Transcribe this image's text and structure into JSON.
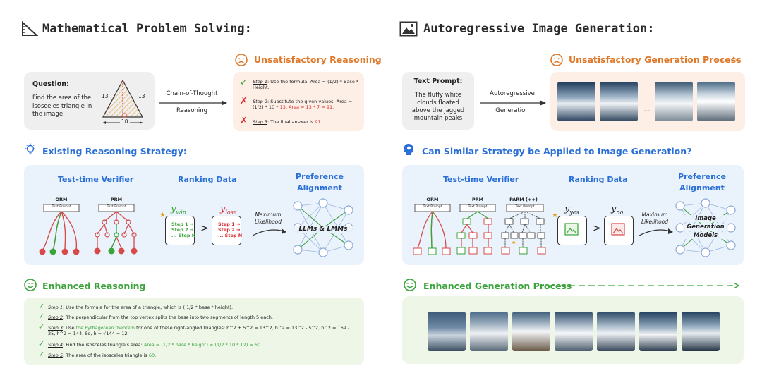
{
  "left": {
    "header": "Mathematical Problem Solving:",
    "unsat_title": "Unsatisfactory Reasoning",
    "question_label": "Question:",
    "question_text": "Find the area of the isosceles triangle in the image.",
    "tri_side_left": "13",
    "tri_side_right": "13",
    "tri_base": "10",
    "arrow_top": "Chain-of-Thought",
    "arrow_bottom": "Reasoning",
    "bad_steps": [
      {
        "mark": "✓",
        "step": "Step 1",
        "text": ": Use the formula: Area = (1/2) * Base * Height."
      },
      {
        "mark": "✗",
        "step": "Step 2",
        "text": ": Substitute the given values: Area = (1/2) * 10 * ",
        "err": "13, Area = 13 * 7 = 91."
      },
      {
        "mark": "✗",
        "step": "Step 3",
        "text": ": The final answer is ",
        "err": "91."
      }
    ],
    "existing_title": "Existing Reasoning Strategy:",
    "verifier_title": "Test-time Verifier",
    "ranking_title": "Ranking Data",
    "pref_title_1": "Preference",
    "pref_title_2": "Alignment",
    "orm": "ORM",
    "prm": "PRM",
    "text_prompt_small": "Text Prompt",
    "y_win": "y",
    "y_win_sub": "win",
    "y_lose": "y",
    "y_lose_sub": "lose",
    "win_steps": [
      "Step 1 →",
      "Step 2 →",
      "... Step N"
    ],
    "lose_steps": [
      "Step 1 →",
      "Step 2 →",
      "... Step N"
    ],
    "gt": ">",
    "ml_1": "Maximum",
    "ml_2": "Likelihood",
    "llm_label": "LLMs & LMMs",
    "enhanced_title": "Enhanced Reasoning",
    "good_steps": [
      {
        "step": "Step 1",
        "text": ": Use the formula for the area of a triangle, which is ( 1/2 * base * height)."
      },
      {
        "step": "Step 2",
        "text": ": The perpendicular from the top vertex splits the base into two segments of length 5 each."
      },
      {
        "step": "Step 3",
        "text": ": Use ",
        "hl": "the Pythagorean theorem",
        "text2": " for one of these right-angled triangles: h^2 + 5^2 = 13^2, h^2 = 13^2 - 5^2, h^2 = 169 - 25, h^2 = 144. So, h = √144 = 12."
      },
      {
        "step": "Step 4",
        "text": ": Find the isosceles triangle's area: ",
        "hl": "Area = (1/2 * base * height) = (1/2 * 10 * 12)  = 60."
      },
      {
        "step": "Step 5",
        "text": ": The area of the isosceles triangle is ",
        "hl": "60."
      }
    ]
  },
  "right": {
    "header": "Autoregressive Image Generation:",
    "unsat_title": "Unsatisfactory Generation Process",
    "prompt_label": "Text Prompt:",
    "prompt_text": "The fluffy white clouds floated above the jagged mountain peaks",
    "arrow_top": "Autoregressive",
    "arrow_bottom": "Generation",
    "ellipsis": "...",
    "question_title": "Can Similar Strategy be Applied to Image Generation?",
    "verifier_title": "Test-time Verifier",
    "ranking_title": "Ranking Data",
    "pref_title_1": "Preference",
    "pref_title_2": "Alignment",
    "orm": "ORM",
    "prm": "PRM",
    "parm": "PARM (++)",
    "text_prompt_small": "Text Prompt",
    "y_yes": "y",
    "y_yes_sub": "yes",
    "y_no": "y",
    "y_no_sub": "no",
    "gt": ">",
    "ml_1": "Maximum",
    "ml_2": "Likelihood",
    "model_1": "Image",
    "model_2": "Generation",
    "model_3": "Models",
    "enhanced_title": "Enhanced Generation Process"
  },
  "colors": {
    "blue": "#2a6fd6",
    "green": "#3aa33a",
    "orange": "#e0782a",
    "red": "#d62a2a"
  }
}
